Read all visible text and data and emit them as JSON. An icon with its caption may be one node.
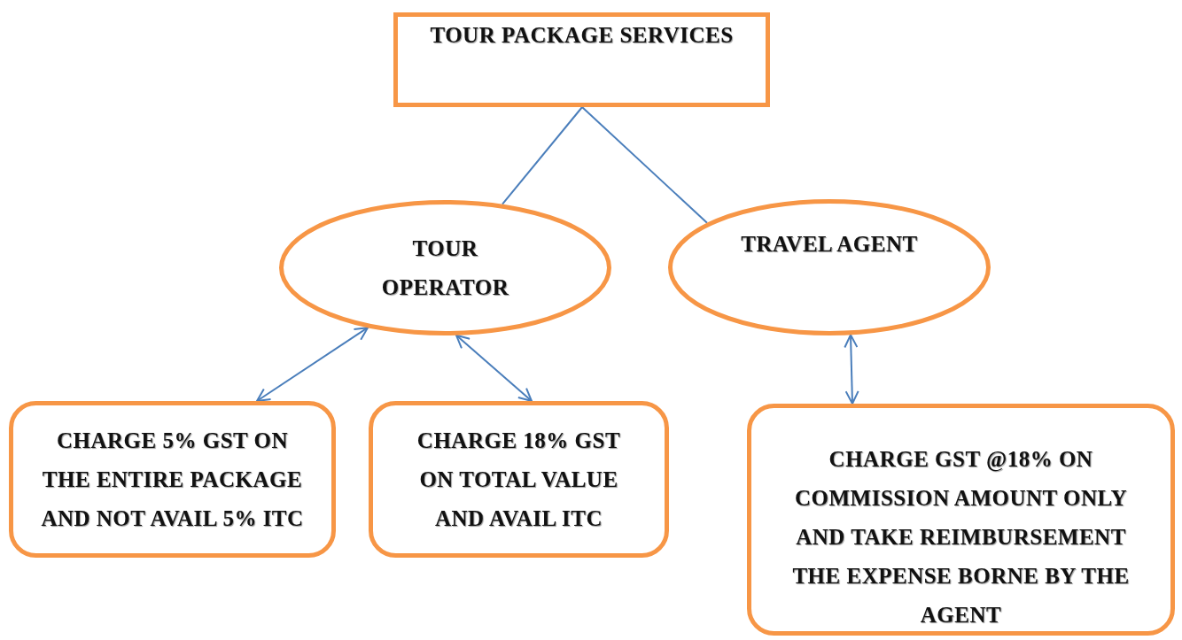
{
  "diagram": {
    "nodes": [
      {
        "text": [
          "TOUR PACKAGE SERVICES"
        ]
      },
      {
        "text": [
          "TOUR OPERATOR"
        ]
      },
      {
        "text": [
          "TRAVEL AGENT"
        ]
      },
      {
        "text": [
          "CHARGE 5% GST ON THE ENTIRE PACKAGE AND NOT AVAIL 5% ITC"
        ]
      },
      {
        "text": [
          "CHARGE 18% GST ON TOTAL VALUE AND AVAIL ITC"
        ]
      },
      {
        "text": [
          "CHARGE GST @18% ON COMMISSION AMOUNT ONLY AND TAKE REIMBURSEMENT THE EXPENSE BORNE BY THE AGENT"
        ]
      }
    ],
    "edges": [
      {
        "from": 0,
        "to": 1,
        "arrow": "none"
      },
      {
        "from": 0,
        "to": 2,
        "arrow": "none"
      },
      {
        "from": 3,
        "to": 1,
        "arrow": "both"
      },
      {
        "from": 4,
        "to": 1,
        "arrow": "both"
      },
      {
        "from": 5,
        "to": 2,
        "arrow": "both"
      }
    ]
  }
}
